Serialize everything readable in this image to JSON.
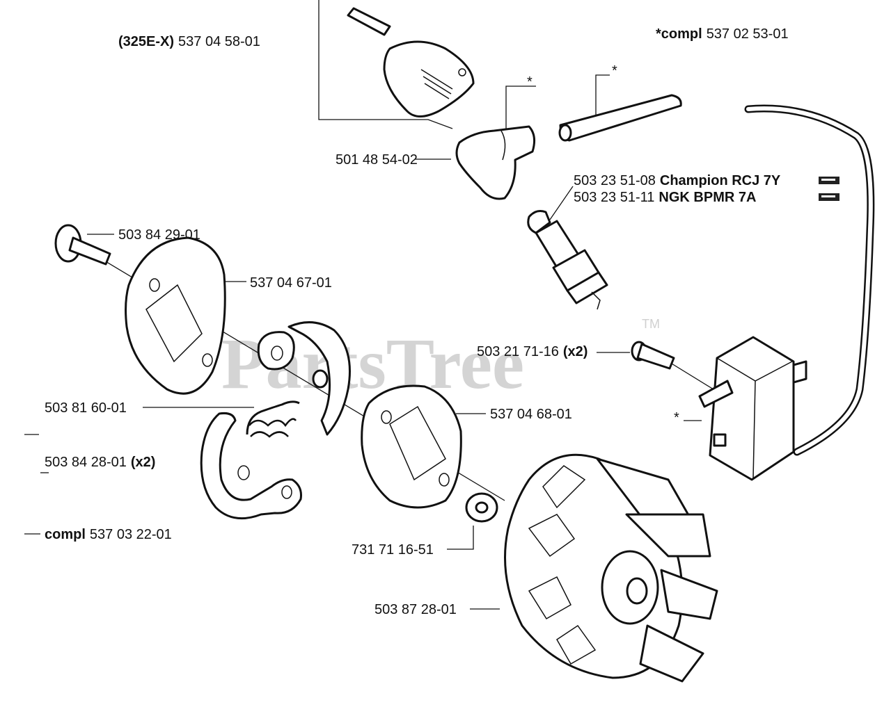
{
  "watermark": {
    "text": "PartsTree",
    "tm": "TM"
  },
  "labels": {
    "coil_cover": {
      "prefix": "(325E-X)",
      "number": "537 04 58-01"
    },
    "ignition_kit": {
      "prefix": "*compl",
      "number": "537 02 53-01"
    },
    "spark_cap": "501 48 54-02",
    "plug_champion": {
      "number": "503 23 51-08",
      "name": "Champion RCJ 7Y"
    },
    "plug_ngk": {
      "number": "503 23 51-11",
      "name": "NGK BPMR 7A"
    },
    "shoulder_screw": "503 84 29-01",
    "clutch_plate_top": "537 04 67-01",
    "coil_screw": {
      "number": "503 21 71-16",
      "qty": "(x2)"
    },
    "clutch_spring": "503 81 60-01",
    "clutch_plate_bottom": "537 04 68-01",
    "clutch_shoe_screw": {
      "number": "503 84 28-01",
      "qty": "(x2)"
    },
    "clutch_assembly": {
      "prefix": "compl",
      "number": "537 03 22-01"
    },
    "washer": "731 71 16-51",
    "flywheel": "503 87 28-01"
  },
  "markers": {
    "asterisk": "*"
  },
  "icons": {
    "plug_tag": "spark-plug-tag-icon"
  }
}
